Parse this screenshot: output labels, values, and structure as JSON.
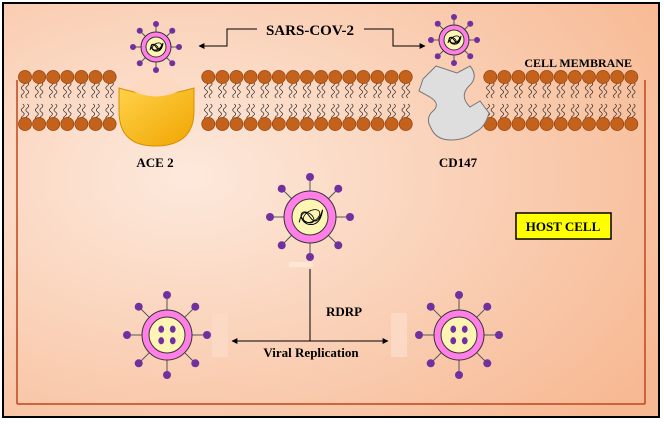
{
  "colors": {
    "background_light": "#fde9dc",
    "background_warm": "#f7b993",
    "lipid_head": "#c4611a",
    "lipid_tail": "#222222",
    "ace2_receptor": "#ffc000",
    "cd147_receptor": "#d9d9d9",
    "virus_envelope": "#ff7fe6",
    "virus_core": "#fef5b4",
    "virus_spike": "#7030a0",
    "host_cell_label_bg": "#ffff00"
  },
  "labels": {
    "virus": "SARS-COV-2",
    "membrane": "CELL MEMBRANE",
    "receptor_left": "ACE 2",
    "receptor_right": "CD147",
    "host_cell": "HOST CELL",
    "enzyme": "RDRP",
    "process": "Viral Replication"
  },
  "icons": {
    "virus": "coronavirus-particle-icon",
    "replicated_virus": "replicated-virion-icon"
  }
}
